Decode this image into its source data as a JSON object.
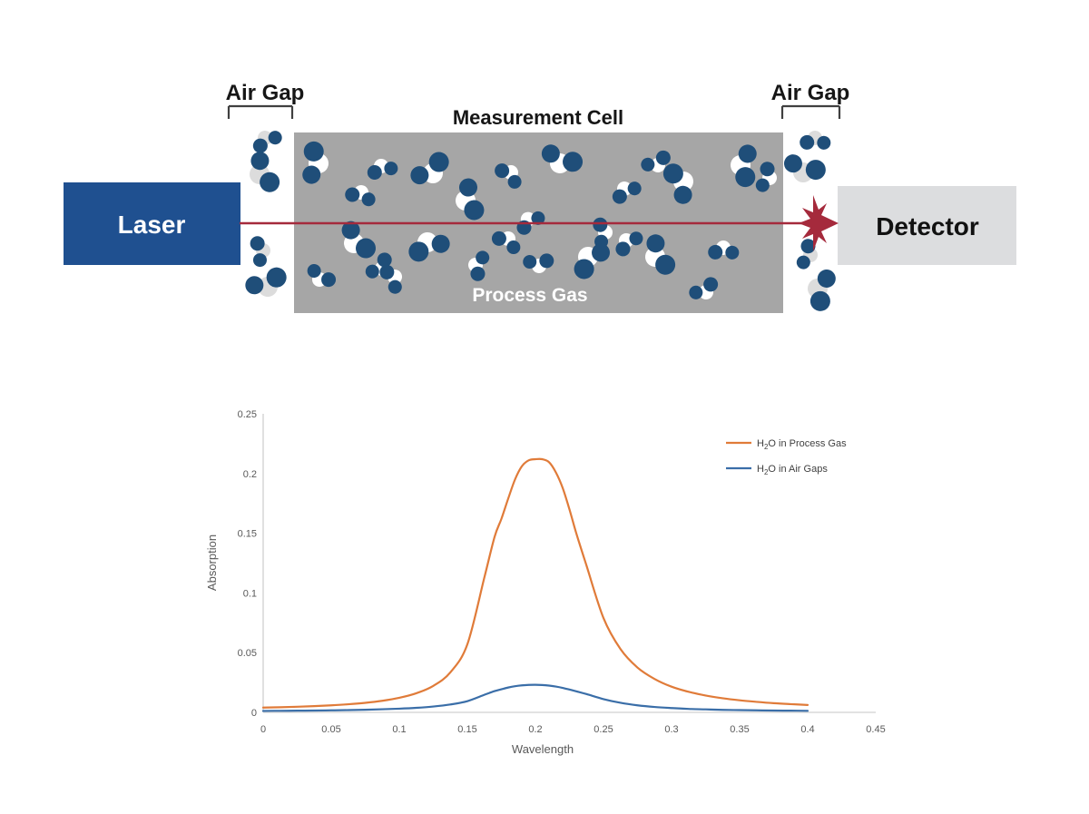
{
  "diagram": {
    "labels": {
      "air_gap_left": "Air Gap",
      "air_gap_right": "Air Gap",
      "measurement_cell": "Measurement Cell",
      "process_gas": "Process Gas",
      "laser": "Laser",
      "detector": "Detector"
    },
    "colors": {
      "laser_box": "#1F5090",
      "detector_box": "#DCDDDF",
      "cell_fill": "#A6A6A6",
      "beam": "#A52A3C",
      "molecule_blue": "#1F4E79",
      "molecule_white": "#FFFFFF",
      "molecule_gray": "#DCDCDC",
      "bracket": "#404040"
    },
    "beam": {
      "description": "laser-beam-line",
      "arrowhead": "spark-burst"
    }
  },
  "chart_data": {
    "type": "line",
    "title": "",
    "xlabel": "Wavelength",
    "ylabel": "Absorption",
    "xlim": [
      0,
      0.45
    ],
    "ylim": [
      0,
      0.25
    ],
    "xticks": [
      "0",
      "0.05",
      "0.1",
      "0.15",
      "0.2",
      "0.25",
      "0.3",
      "0.35",
      "0.4",
      "0.45"
    ],
    "xtick_values": [
      0,
      0.05,
      0.1,
      0.15,
      0.2,
      0.25,
      0.3,
      0.35,
      0.4,
      0.45
    ],
    "yticks": [
      "0",
      "0.05",
      "0.1",
      "0.15",
      "0.2",
      "0.25"
    ],
    "ytick_values": [
      0,
      0.05,
      0.1,
      0.15,
      0.2,
      0.25
    ],
    "grid": false,
    "legend_position": "top-right",
    "x": [
      0,
      0.0125,
      0.025,
      0.0375,
      0.05,
      0.0625,
      0.075,
      0.0875,
      0.1,
      0.1125,
      0.125,
      0.1375,
      0.15,
      0.1625,
      0.17,
      0.175,
      0.18,
      0.185,
      0.19,
      0.195,
      0.2,
      0.205,
      0.21,
      0.215,
      0.22,
      0.225,
      0.23,
      0.2375,
      0.25,
      0.2625,
      0.275,
      0.2875,
      0.3,
      0.3125,
      0.325,
      0.3375,
      0.35,
      0.3625,
      0.375,
      0.3875,
      0.4
    ],
    "series": [
      {
        "name": "H₂O in Process Gas",
        "label_html": "H<sub>2</sub>O in Process Gas",
        "color": "#E07B39",
        "peak_x": 0.205,
        "peak_y": 0.212,
        "baseline": 0.004,
        "hwhm": 0.021,
        "values": [
          0.004,
          0.0043,
          0.0047,
          0.0052,
          0.0059,
          0.0068,
          0.008,
          0.0097,
          0.0122,
          0.016,
          0.0222,
          0.0335,
          0.057,
          0.113,
          0.147,
          0.162,
          0.179,
          0.195,
          0.206,
          0.211,
          0.212,
          0.212,
          0.2095,
          0.201,
          0.188,
          0.17,
          0.15,
          0.123,
          0.079,
          0.053,
          0.0375,
          0.028,
          0.0215,
          0.0172,
          0.0141,
          0.0118,
          0.0101,
          0.0088,
          0.0077,
          0.0069,
          0.0062
        ]
      },
      {
        "name": "H₂O in Air Gaps",
        "label_html": "H<sub>2</sub>O in Air Gaps",
        "color": "#3A6EA8",
        "peak_x": 0.2,
        "peak_y": 0.023,
        "baseline": 0.0012,
        "hwhm": 0.03,
        "values": [
          0.0012,
          0.0013,
          0.0014,
          0.0015,
          0.0017,
          0.0019,
          0.0022,
          0.0026,
          0.0031,
          0.0038,
          0.0049,
          0.0066,
          0.0094,
          0.0147,
          0.0178,
          0.0193,
          0.0208,
          0.0219,
          0.0226,
          0.023,
          0.0231,
          0.0229,
          0.0224,
          0.0216,
          0.0205,
          0.0191,
          0.0176,
          0.0153,
          0.0111,
          0.008,
          0.0059,
          0.0045,
          0.0036,
          0.0029,
          0.0025,
          0.0021,
          0.0019,
          0.0017,
          0.0015,
          0.0014,
          0.0013
        ]
      }
    ]
  }
}
